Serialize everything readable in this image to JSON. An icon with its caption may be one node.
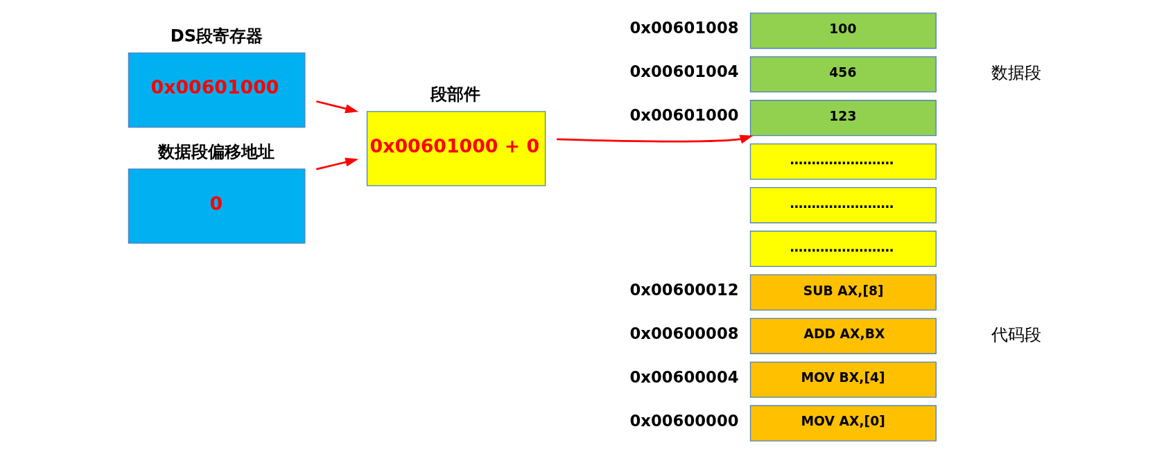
{
  "diagram": {
    "nodes": [
      {
        "text": [
          "DS段寄存器",
          "0x00601000"
        ]
      },
      {
        "text": [
          "段部件",
          "0x00601000 + 0"
        ]
      },
      {
        "text": [
          "数据段偏移地址",
          "0"
        ]
      },
      {
        "text": [
          "100"
        ],
        "beside": [
          "0x00601008"
        ]
      },
      {
        "text": [
          "456"
        ],
        "beside": [
          "0x00601004"
        ]
      },
      {
        "text": [
          "123"
        ],
        "beside": [
          "0x00601000"
        ]
      },
      {
        "text": [
          "……………………"
        ]
      },
      {
        "text": [
          "……………………"
        ]
      },
      {
        "text": [
          "……………………"
        ]
      },
      {
        "text": [
          "SUB AX,[8]"
        ],
        "beside": [
          "0x00600012"
        ]
      },
      {
        "text": [
          "ADD AX,BX"
        ],
        "beside": [
          "0x00600008"
        ]
      },
      {
        "text": [
          "MOV BX,[4]"
        ],
        "beside": [
          "0x00600004"
        ]
      },
      {
        "text": [
          "MOV AX,[0]"
        ],
        "beside": [
          "0x00600000"
        ]
      }
    ],
    "edges": [
      {
        "from": 0,
        "to": 1,
        "arrow": "to"
      },
      {
        "from": 2,
        "to": 1,
        "arrow": "to"
      },
      {
        "from": 1,
        "to": 5,
        "arrow": "to"
      }
    ],
    "labels": [
      "数据段",
      "代码段"
    ]
  }
}
